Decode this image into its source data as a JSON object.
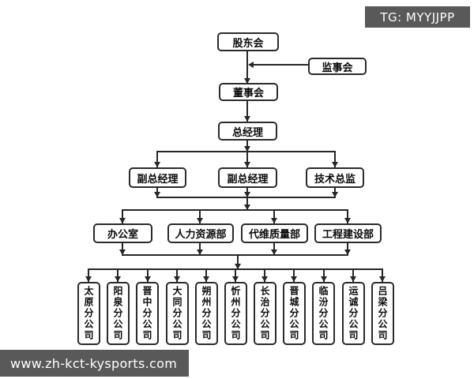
{
  "watermarks": {
    "badge": {
      "label": "TG: MYYJJPP"
    },
    "footer": {
      "url": "www.zh-kct-kysports.com"
    }
  },
  "colors": {
    "watermark_bg": "#595959",
    "watermark_text": "#ffffff",
    "line": "#262626",
    "node_border": "#2b2b2b",
    "node_bg": "#ffffff",
    "page_bg": "#ffffff"
  },
  "org_chart": {
    "top": "股东会",
    "supervisory": "监事会",
    "board": "董事会",
    "gm": "总经理",
    "executives": [
      "副总经理",
      "副总经理",
      "技术总监"
    ],
    "departments": [
      "办公室",
      "人力资源部",
      "代维质量部",
      "工程建设部"
    ],
    "branches": [
      "太原分公司",
      "阳泉分公司",
      "晋中分公司",
      "大同分公司",
      "朔州分公司",
      "忻州分公司",
      "长治分公司",
      "晋城分公司",
      "临汾分公司",
      "运诚分公司",
      "吕梁分公司"
    ]
  }
}
